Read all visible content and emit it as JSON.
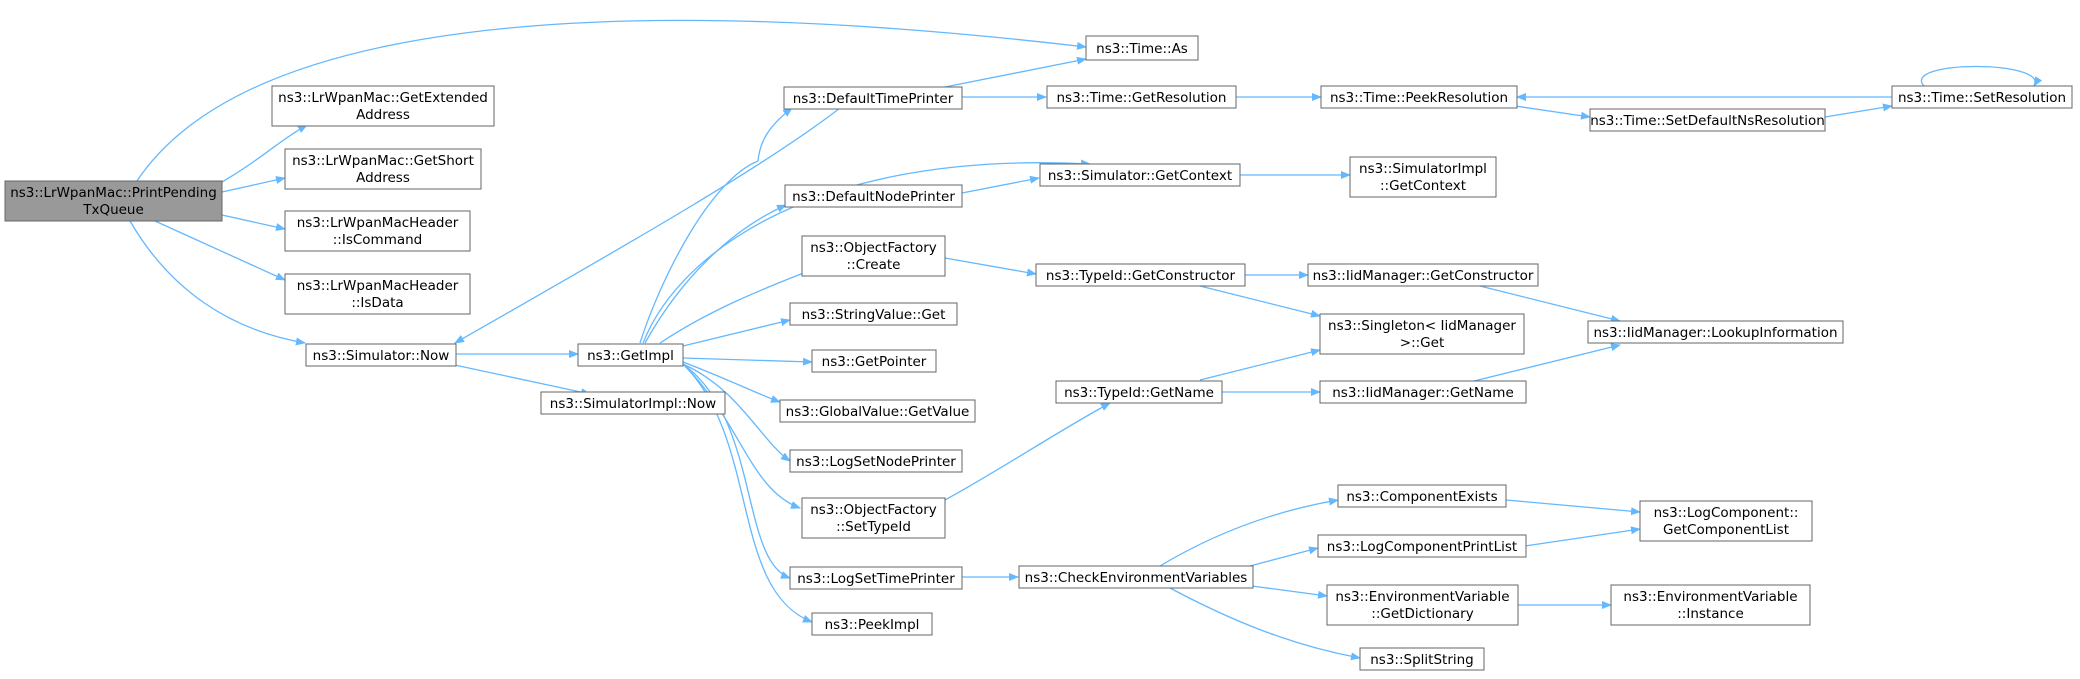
{
  "diagram": {
    "colors": {
      "edge": "#63B8FF",
      "node_border": "#666666",
      "root_fill": "#999999",
      "node_fill": "#ffffff"
    },
    "nodes": {
      "root": [
        "ns3::LrWpanMac::PrintPending",
        "TxQueue"
      ],
      "get_extended": [
        "ns3::LrWpanMac::GetExtended",
        "Address"
      ],
      "get_short": [
        "ns3::LrWpanMac::GetShort",
        "Address"
      ],
      "is_command": [
        "ns3::LrWpanMacHeader",
        "::IsCommand"
      ],
      "is_data": [
        "ns3::LrWpanMacHeader",
        "::IsData"
      ],
      "sim_now": [
        "ns3::Simulator::Now"
      ],
      "time_as": [
        "ns3::Time::As"
      ],
      "default_time_printer": [
        "ns3::DefaultTimePrinter"
      ],
      "default_node_printer": [
        "ns3::DefaultNodePrinter"
      ],
      "of_create": [
        "ns3::ObjectFactory",
        "::Create"
      ],
      "string_value_get": [
        "ns3::StringValue::Get"
      ],
      "get_pointer": [
        "ns3::GetPointer"
      ],
      "global_value_get": [
        "ns3::GlobalValue::GetValue"
      ],
      "log_set_node_printer": [
        "ns3::LogSetNodePrinter"
      ],
      "of_set_type_id": [
        "ns3::ObjectFactory",
        "::SetTypeId"
      ],
      "log_set_time_printer": [
        "ns3::LogSetTimePrinter"
      ],
      "peek_impl": [
        "ns3::PeekImpl"
      ],
      "get_impl": [
        "ns3::GetImpl"
      ],
      "simimpl_now": [
        "ns3::SimulatorImpl::Now"
      ],
      "time_get_resolution": [
        "ns3::Time::GetResolution"
      ],
      "sim_get_context": [
        "ns3::Simulator::GetContext"
      ],
      "typeid_get_constructor": [
        "ns3::TypeId::GetConstructor"
      ],
      "typeid_get_name": [
        "ns3::TypeId::GetName"
      ],
      "check_env": [
        "ns3::CheckEnvironmentVariables"
      ],
      "peek_resolution": [
        "ns3::Time::PeekResolution"
      ],
      "set_default_ns": [
        "ns3::Time::SetDefaultNsResolution"
      ],
      "set_resolution": [
        "ns3::Time::SetResolution"
      ],
      "simimpl_get_context": [
        "ns3::SimulatorImpl",
        "::GetContext"
      ],
      "iid_get_constructor": [
        "ns3::IidManager::GetConstructor"
      ],
      "singleton_get": [
        "ns3::Singleton< IidManager",
        ">::Get"
      ],
      "iid_get_name": [
        "ns3::IidManager::GetName"
      ],
      "iid_lookup": [
        "ns3::IidManager::LookupInformation"
      ],
      "component_exists": [
        "ns3::ComponentExists"
      ],
      "log_component_print_list": [
        "ns3::LogComponentPrintList"
      ],
      "env_get_dictionary": [
        "ns3::EnvironmentVariable",
        "::GetDictionary"
      ],
      "split_string": [
        "ns3::SplitString"
      ],
      "log_get_component_list": [
        "ns3::LogComponent::",
        "GetComponentList"
      ],
      "env_instance": [
        "ns3::EnvironmentVariable",
        "::Instance"
      ]
    }
  }
}
